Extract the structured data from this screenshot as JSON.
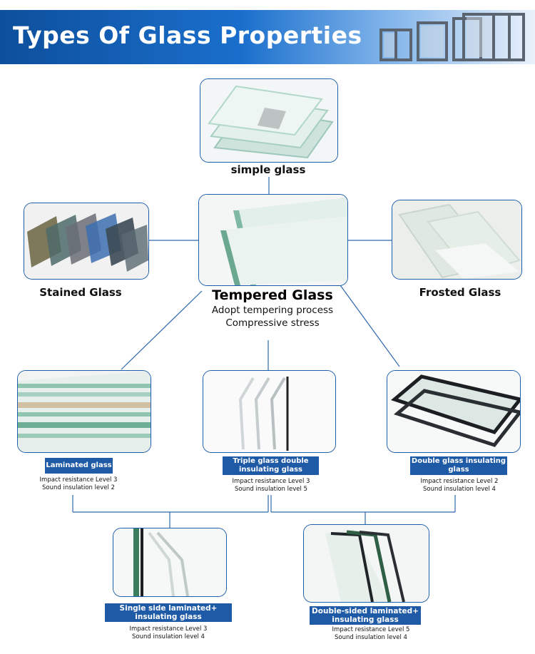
{
  "header": {
    "title": "Types Of Glass Properties"
  },
  "top": {
    "label": "simple glass"
  },
  "left": {
    "label": "Stained Glass"
  },
  "right": {
    "label": "Frosted Glass"
  },
  "center": {
    "title": "Tempered Glass",
    "lines": [
      "Adopt tempering process",
      "Compressive stress"
    ]
  },
  "middle_row": [
    {
      "badge": "Laminated glass",
      "specs": [
        "Impact resistance Level 3",
        "Sound insulation level 2"
      ]
    },
    {
      "badge": "Triple glass double insulating glass",
      "specs": [
        "Impact resistance Level 3",
        "Sound insulation level 5"
      ]
    },
    {
      "badge": "Double glass insulating glass",
      "specs": [
        "Impact resistance Level 2",
        "Sound insulation level 4"
      ]
    }
  ],
  "bottom_row": [
    {
      "badge": "Single side laminated+ insulating glass",
      "specs": [
        "Impact resistance Level 3",
        "Sound insulation level 4"
      ]
    },
    {
      "badge": "Double-sided laminated+ insulating glass",
      "specs": [
        "Impact resistance Level 5",
        "Sound insulation level 4"
      ]
    }
  ],
  "colors": {
    "accent": "#1f5aa6",
    "header_start": "#0d4f9c",
    "border": "#1f5fa8"
  }
}
